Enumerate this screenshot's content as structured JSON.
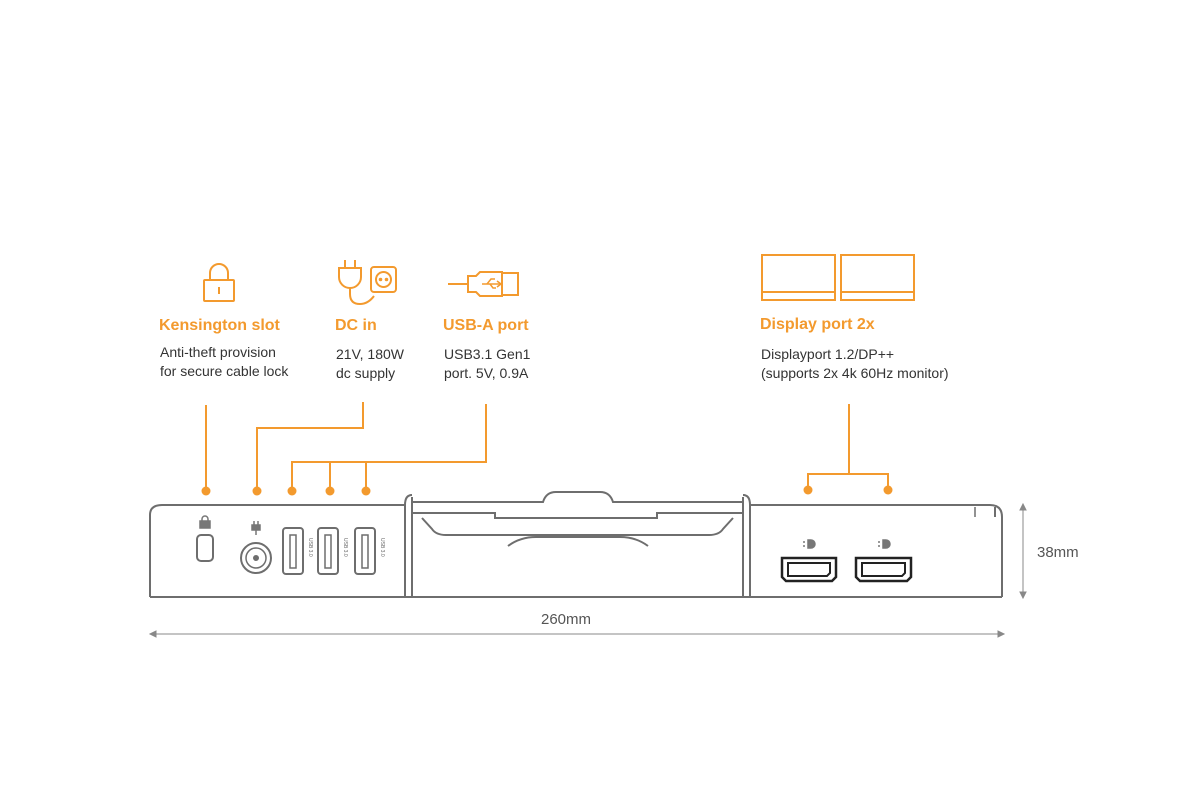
{
  "accent_color": "#f39a2e",
  "features": {
    "kensington": {
      "icon": "padlock-icon",
      "title": "Kensington slot",
      "desc": [
        "Anti-theft provision",
        "for secure cable lock"
      ]
    },
    "dc_in": {
      "icon": "power-plug-socket-icon",
      "title": "DC in",
      "desc": [
        "21V, 180W",
        "dc supply"
      ]
    },
    "usb_a": {
      "icon": "usb-cable-icon",
      "title": "USB-A port",
      "desc": [
        "USB3.1 Gen1",
        "port. 5V, 0.9A"
      ]
    },
    "displayport": {
      "icon": "dual-monitor-icon",
      "title": "Display port 2x",
      "desc": [
        "Displayport 1.2/DP++",
        "(supports 2x 4k 60Hz monitor)"
      ]
    }
  },
  "device": {
    "usb_port_label": "USB 3.0",
    "usb_port_count": 3,
    "displayport_count": 2
  },
  "dimensions": {
    "width": "260mm",
    "height": "38mm"
  }
}
